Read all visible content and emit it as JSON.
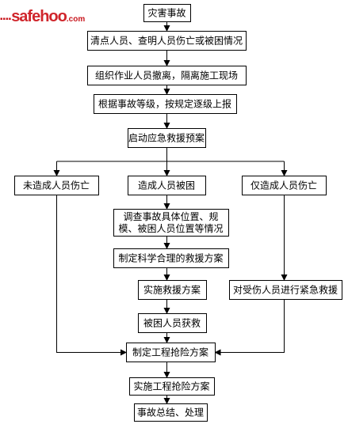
{
  "watermark": {
    "dots": "▪▪▪▪",
    "brand": "safehoo",
    "tld": ".com"
  },
  "colors": {
    "line": "#000000",
    "box_fill": "#ffffff",
    "brand_red": "#d0262c"
  },
  "flowchart": {
    "nodes": {
      "accident": [
        "灾害事故"
      ],
      "count": [
        "清点人员、查明人员伤亡或被困情况"
      ],
      "evacuate": [
        "组织作业人员撤离，隔离施工现场"
      ],
      "report": [
        "根据事故等级，按规定逐级上报"
      ],
      "plan": [
        "启动应急救援预案"
      ],
      "no_casualty": [
        "未造成人员伤亡"
      ],
      "trapped": [
        "造成人员被困"
      ],
      "injury_only": [
        "仅造成人员伤亡"
      ],
      "investigate": [
        "调查事故具体位置、规",
        "模、被困人员位置等情况"
      ],
      "rescue_plan": [
        "制定科学合理的救援方案"
      ],
      "rescue_exec": [
        "实施救援方案"
      ],
      "first_aid": [
        "对受伤人员进行紧急救援"
      ],
      "rescued": [
        "被困人员获救"
      ],
      "repair_plan": [
        "制定工程抢险方案"
      ],
      "repair_exec": [
        "实施工程抢险方案"
      ],
      "summary": [
        "事故总结、处理"
      ]
    }
  }
}
